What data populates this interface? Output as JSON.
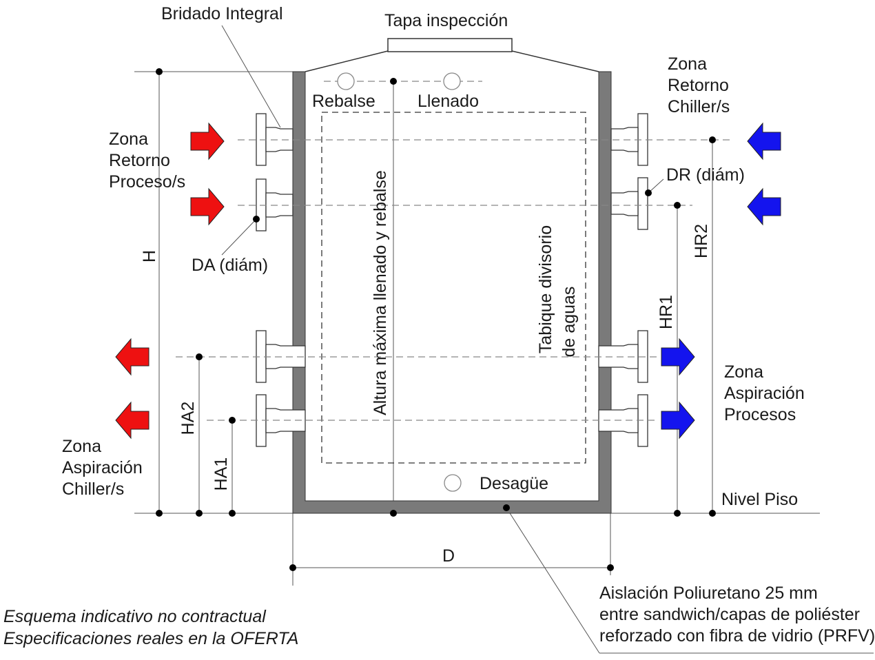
{
  "labels": {
    "bridado": "Bridado Integral",
    "tapa": "Tapa inspección",
    "rebalse": "Rebalse",
    "llenado": "Llenado",
    "desague": "Desagüe",
    "altura": "Altura máxima llenado y rebalse",
    "tabique_1": "Tabique divisorio",
    "tabique_2": "de aguas",
    "zona_retorno_chiller": [
      "Zona",
      "Retorno",
      "Chiller/s"
    ],
    "zona_retorno_proceso": [
      "Zona",
      "Retorno",
      "Proceso/s"
    ],
    "zona_aspiracion_procesos": [
      "Zona",
      "Aspiración",
      "Procesos"
    ],
    "zona_aspiracion_chiller": [
      "Zona",
      "Aspiración",
      "Chiller/s"
    ],
    "da": "DA (diám)",
    "dr": "DR (diám)",
    "h": "H",
    "ha1": "HA1",
    "ha2": "HA2",
    "hr1": "HR1",
    "hr2": "HR2",
    "d": "D",
    "nivel_piso": "Nivel Piso",
    "aislacion": [
      "Aislación Poliuretano 25 mm",
      "entre sandwich/capas de poliéster",
      "reforzado con fibra de vidrio (PRFV)"
    ],
    "nota": [
      "Esquema indicativo no contractual",
      "Especificaciones reales en la OFERTA"
    ]
  },
  "colors": {
    "wall": "#7a7a7a",
    "red_arrow": "#ee1111",
    "blue_arrow": "#1414ee"
  }
}
